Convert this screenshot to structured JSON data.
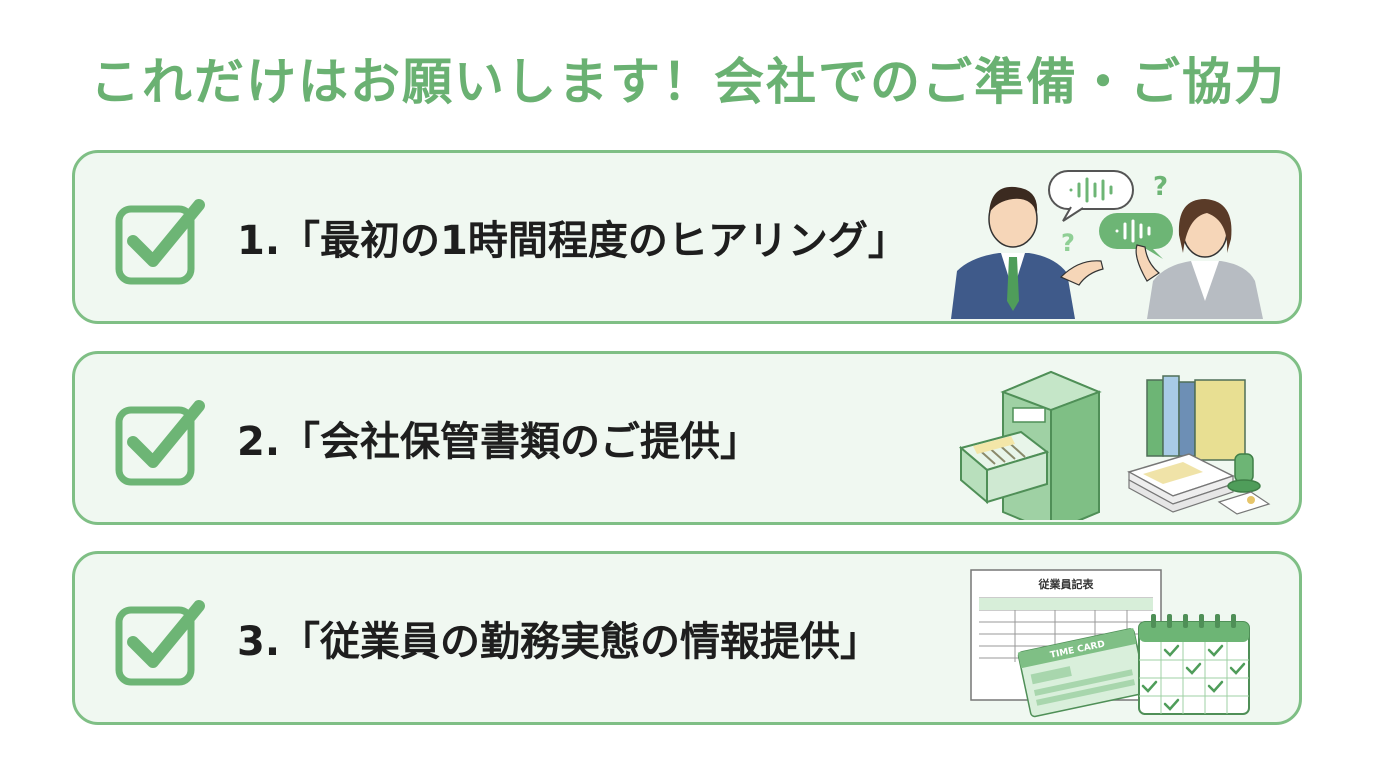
{
  "title": "これだけはお願いします！会社でのご準備・ご協力",
  "colors": {
    "accent": "#6db575",
    "title": "#6ab172",
    "card_border": "#7fbf85",
    "card_bg": "#f0f8f1",
    "text": "#1e1e1e"
  },
  "items": [
    {
      "label": "1.「最初の1時間程度のヒアリング」",
      "icon": "conversation-illustration"
    },
    {
      "label": "2.「会社保管書類のご提供」",
      "icon": "documents-cabinet-illustration"
    },
    {
      "label": "3.「従業員の勤務実態の情報提供」",
      "icon": "timesheet-calendar-illustration"
    }
  ],
  "illustration_text": {
    "sheet_title": "従業員記表",
    "card_label": "TIME CARD"
  }
}
